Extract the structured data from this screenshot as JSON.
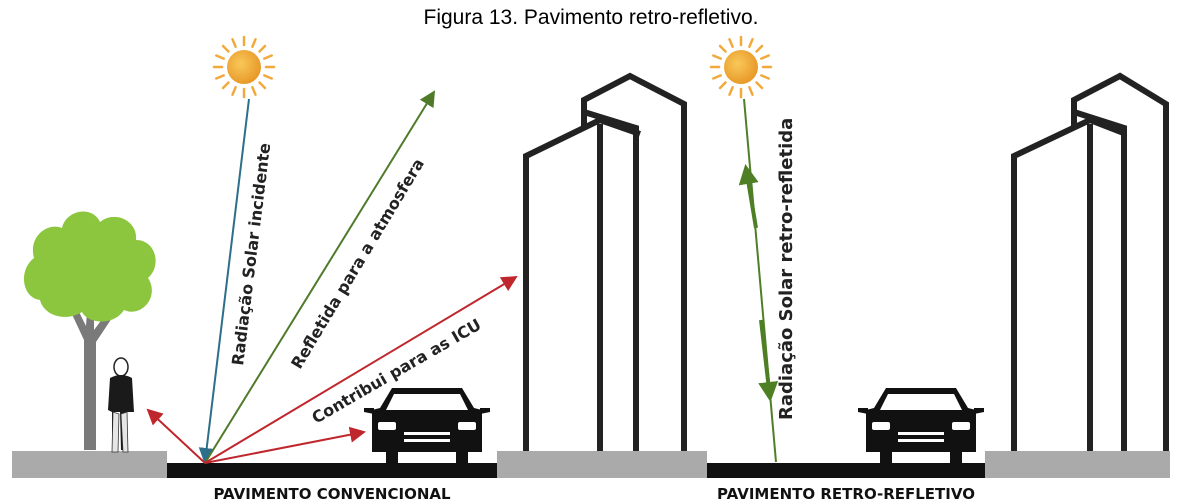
{
  "caption": "Figura 13. Pavimento retro-refletivo.",
  "left_scene": {
    "ground_label": "PAVIMENTO CONVENCIONAL",
    "arrows": {
      "incident": "Radiação Solar incidente",
      "reflected_atmosphere": "Refletida para a atmosfera",
      "contributes_icu": "Contribui para as ICU"
    }
  },
  "right_scene": {
    "ground_label": "PAVIMENTO RETRO-REFLETIVO",
    "arrows": {
      "retro_reflected": "Radiação Solar retro-refletida"
    }
  },
  "colors": {
    "sidewalk": "#aaaaaa",
    "pavement": "#111111",
    "incident_arrow": "#2b6f8a",
    "atmosphere_arrow": "#4f7a2a",
    "icu_arrow": "#c0272d",
    "retro_arrow": "#4e7f25",
    "sun": "#f2a93b",
    "tree": "#8cc63f",
    "building_outline": "#222222"
  },
  "icons": [
    "sun-icon",
    "tree-icon",
    "pedestrian-icon",
    "car-icon",
    "building-icon"
  ]
}
